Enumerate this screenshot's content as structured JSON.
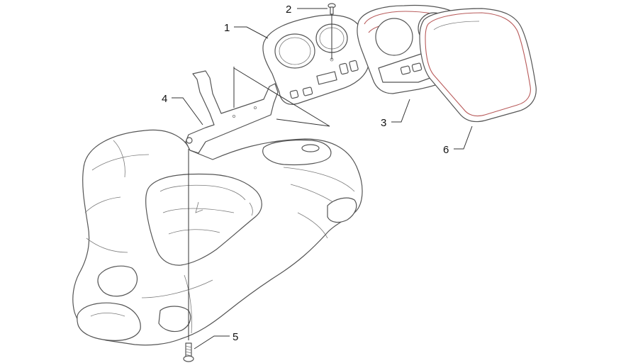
{
  "callouts": [
    {
      "id": "1",
      "label": "1"
    },
    {
      "id": "2",
      "label": "2"
    },
    {
      "id": "3",
      "label": "3"
    },
    {
      "id": "4",
      "label": "4"
    },
    {
      "id": "5",
      "label": "5"
    },
    {
      "id": "6",
      "label": "6"
    }
  ],
  "colors": {
    "line": "#555555",
    "accent_outline": "#b85a5a",
    "background": "#ffffff"
  }
}
